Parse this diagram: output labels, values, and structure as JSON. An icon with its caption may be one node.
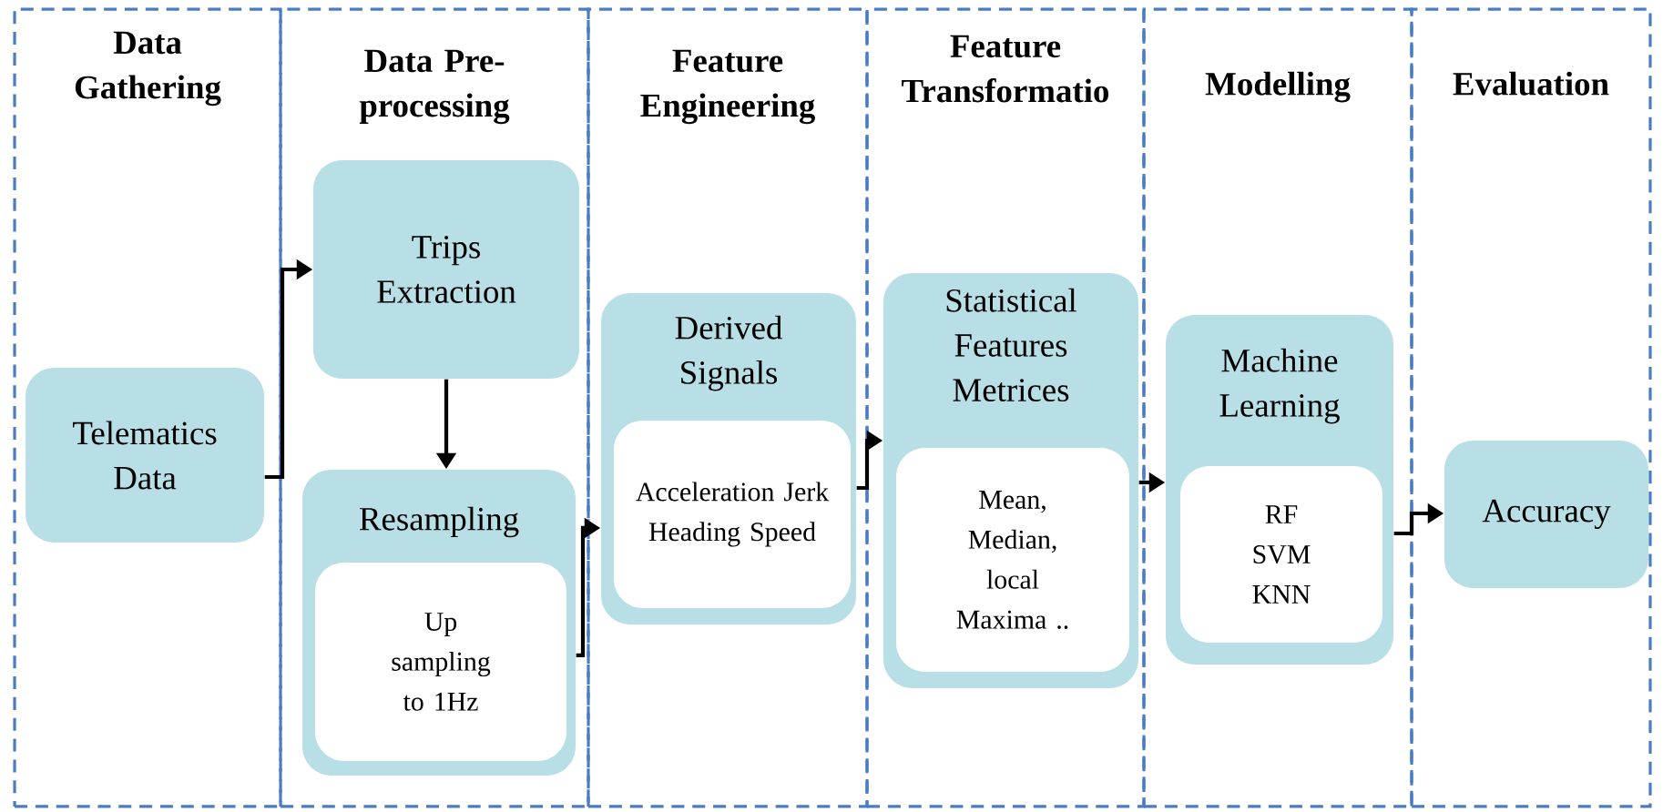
{
  "diagram": {
    "nodes": [
      {
        "text": [
          "Data Gathering"
        ]
      },
      {
        "text": [
          "Telematics Data"
        ],
        "in": 0
      },
      {
        "text": [
          "Data Pre-processing"
        ]
      },
      {
        "text": [
          "Trips Extraction"
        ],
        "in": 2
      },
      {
        "text": [
          "Resampling"
        ],
        "in": 2
      },
      {
        "text": [
          "Up sampling to 1Hz"
        ],
        "in": 4
      },
      {
        "text": [
          "Feature Engineering"
        ]
      },
      {
        "text": [
          "Derived Signals"
        ],
        "in": 6
      },
      {
        "text": [
          "Acceleration Jerk Heading Speed"
        ],
        "in": 7
      },
      {
        "text": [
          "Feature Transformatio"
        ]
      },
      {
        "text": [
          "Statistical Features Metrices"
        ],
        "in": 9
      },
      {
        "text": [
          "Mean, Median, local Maxima .."
        ],
        "in": 10
      },
      {
        "text": [
          "Modelling"
        ]
      },
      {
        "text": [
          "Machine Learning"
        ],
        "in": 12
      },
      {
        "text": [
          "RF SVM KNN"
        ],
        "in": 13
      },
      {
        "text": [
          "Evaluation"
        ]
      },
      {
        "text": [
          "Accuracy"
        ],
        "in": 15
      }
    ],
    "edges": [
      {
        "from": 1,
        "to": 3,
        "arrow": "to"
      },
      {
        "from": 3,
        "to": 4,
        "arrow": "to"
      },
      {
        "from": 4,
        "to": 7,
        "arrow": "to"
      },
      {
        "from": 7,
        "to": 10,
        "arrow": "to"
      },
      {
        "from": 10,
        "to": 13,
        "arrow": "to"
      },
      {
        "from": 13,
        "to": 16,
        "arrow": "to"
      }
    ]
  }
}
